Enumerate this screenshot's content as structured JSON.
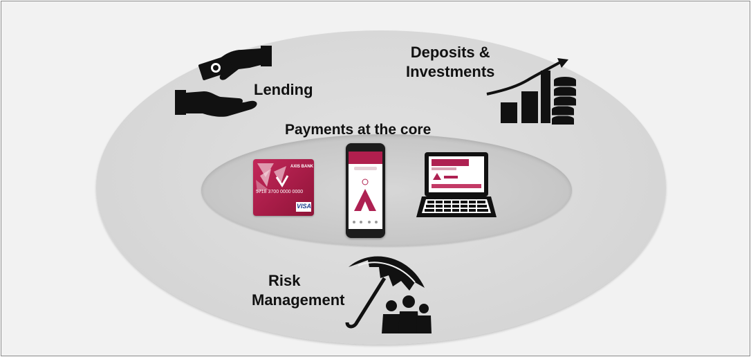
{
  "labels": {
    "lending": "Lending",
    "deposits_line1": "Deposits &",
    "deposits_line2": "Investments",
    "payments": "Payments at the core",
    "risk_line1": "Risk",
    "risk_line2": "Management"
  },
  "card": {
    "number": "5718 3700 0000 0000",
    "bank": "AXIS BANK",
    "network": "VISA"
  },
  "colors": {
    "brand": "#ae2152",
    "outer": "#d8d8d8",
    "inner": "#c4c4c4",
    "background": "#f2f2f2"
  },
  "icons": [
    "hand-money-icon",
    "growth-chart-coins-icon",
    "credit-card-icon",
    "smartphone-icon",
    "laptop-icon",
    "umbrella-family-icon"
  ]
}
